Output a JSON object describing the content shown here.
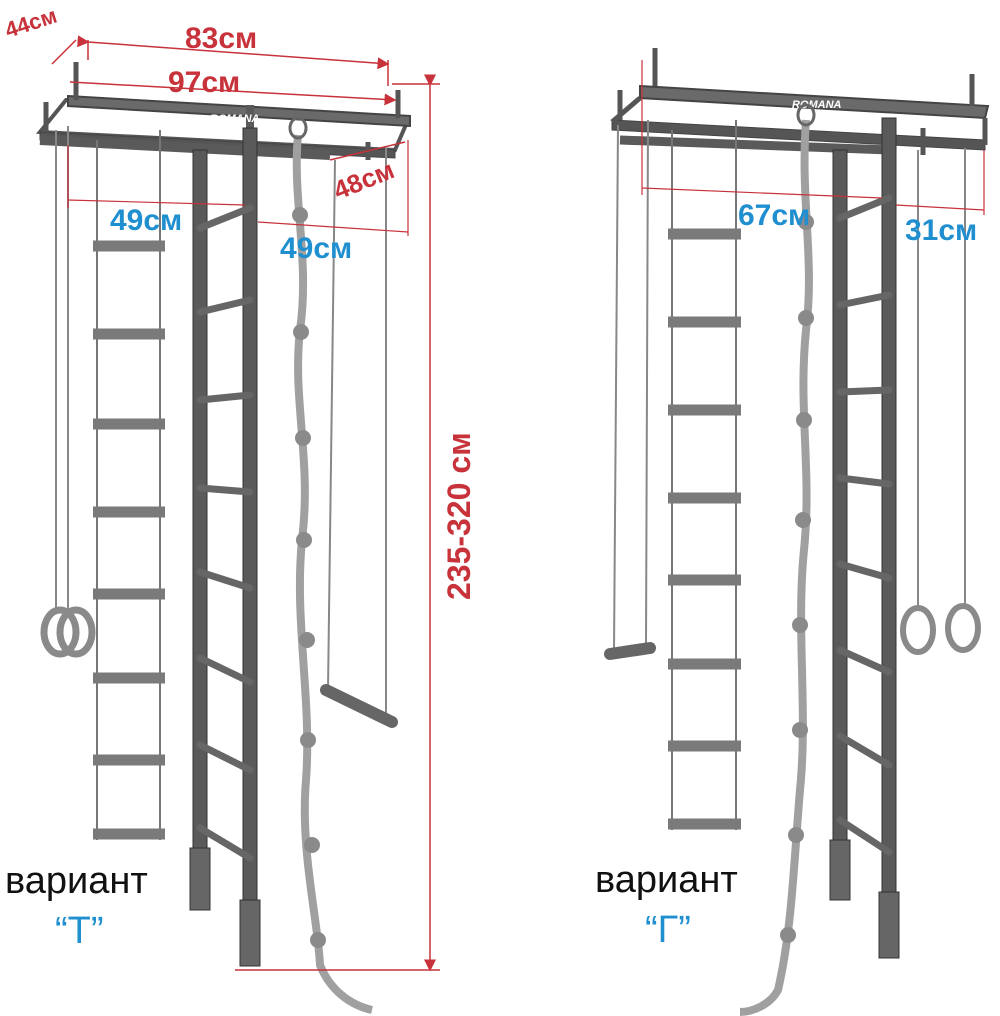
{
  "colors": {
    "frame": "#555555",
    "frame_dark": "#333333",
    "rope": "#9a9a9a",
    "dimension_red": "#c8323a",
    "dimension_blue": "#1f8fd0",
    "text": "#111111"
  },
  "left_variant": {
    "label": "вариант",
    "letter": "“Т”",
    "brand": "ROMANA",
    "dims": {
      "depth_top": "44см",
      "width_inner": "83см",
      "width_outer": "97см",
      "depth_side": "48см",
      "left_span": "49см",
      "right_span": "49см",
      "height": "235-320 см"
    }
  },
  "right_variant": {
    "label": "вариант",
    "letter": "“Г”",
    "brand": "ROMANA",
    "dims": {
      "main_span": "67см",
      "side_span": "31см"
    }
  },
  "icons": {
    "left_rings": "gymnastic-rings-icon",
    "left_trapeze": "trapeze-bar-icon",
    "left_rope": "climbing-rope-icon",
    "left_rope_ladder": "rope-ladder-icon",
    "right_rings": "gymnastic-rings-icon",
    "right_trapeze": "trapeze-bar-icon",
    "right_rope": "climbing-rope-icon",
    "right_rope_ladder": "rope-ladder-icon"
  }
}
